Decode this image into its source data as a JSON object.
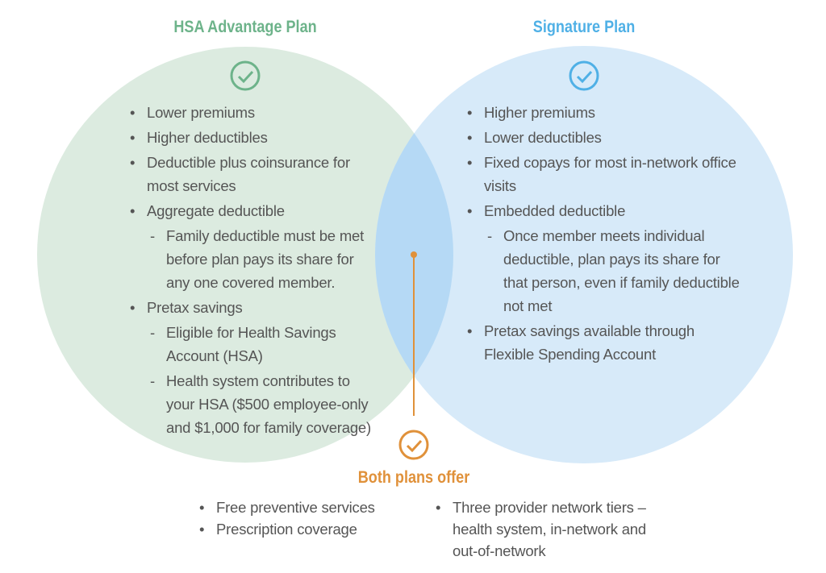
{
  "colors": {
    "green": "#6db38a",
    "green_fill": "#dcebe0",
    "blue": "#4fb0e6",
    "blue_fill": "#d7eaf9",
    "overlap": "#b5d9f5",
    "orange": "#e0913a",
    "text": "#555555"
  },
  "left": {
    "title": "HSA Advantage Plan",
    "icon": "check-circle-icon",
    "items": [
      {
        "type": "item",
        "text": "Lower premiums"
      },
      {
        "type": "item",
        "text": "Higher deductibles"
      },
      {
        "type": "item",
        "text": "Deductible plus coinsurance for most services"
      },
      {
        "type": "item",
        "text": "Aggregate deductible"
      },
      {
        "type": "sub",
        "text": "Family deductible must be met before plan pays its share for any one covered member."
      },
      {
        "type": "item",
        "text": "Pretax savings"
      },
      {
        "type": "sub",
        "text": "Eligible for Health Savings Account (HSA)"
      },
      {
        "type": "sub",
        "text": "Health system contributes to your HSA ($500 employee-only and $1,000 for family coverage)"
      }
    ]
  },
  "right": {
    "title": "Signature Plan",
    "icon": "check-circle-icon",
    "items": [
      {
        "type": "item",
        "text": "Higher premiums"
      },
      {
        "type": "item",
        "text": "Lower deductibles"
      },
      {
        "type": "item",
        "text": "Fixed copays for most in-network office visits"
      },
      {
        "type": "item",
        "text": "Embedded deductible"
      },
      {
        "type": "sub",
        "text": "Once member meets individual deductible, plan pays its share for that person, even if family deductible not met"
      },
      {
        "type": "item",
        "text": "Pretax savings available through Flexible Spending Account"
      }
    ]
  },
  "both": {
    "title": "Both plans offer",
    "icon": "check-circle-icon",
    "col1": [
      "Free preventive services",
      "Prescription coverage"
    ],
    "col2": [
      "Three provider network tiers – health system, in-network and out-of-network"
    ]
  }
}
